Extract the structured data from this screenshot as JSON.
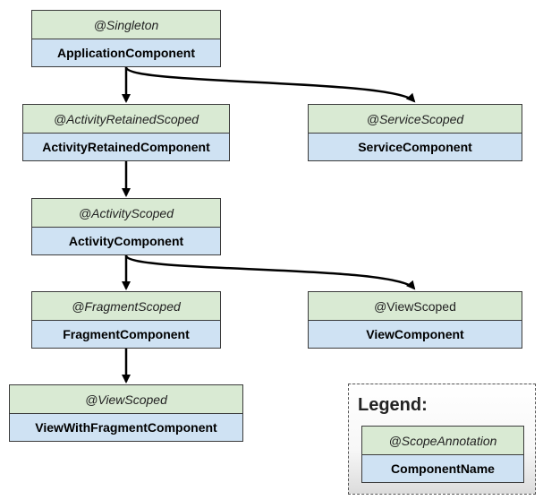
{
  "diagram": {
    "nodes": [
      {
        "id": "application",
        "annotation": "@Singleton",
        "name": "ApplicationComponent"
      },
      {
        "id": "activity-retained",
        "annotation": "@ActivityRetainedScoped",
        "name": "ActivityRetainedComponent"
      },
      {
        "id": "service",
        "annotation": "@ServiceScoped",
        "name": "ServiceComponent"
      },
      {
        "id": "activity",
        "annotation": "@ActivityScoped",
        "name": "ActivityComponent"
      },
      {
        "id": "fragment",
        "annotation": "@FragmentScoped",
        "name": "FragmentComponent"
      },
      {
        "id": "view",
        "annotation": "@ViewScoped",
        "name": "ViewComponent"
      },
      {
        "id": "view-with-fragment",
        "annotation": "@ViewScoped",
        "name": "ViewWithFragmentComponent"
      }
    ],
    "edges": [
      {
        "from": "application",
        "to": "activity-retained"
      },
      {
        "from": "application",
        "to": "service"
      },
      {
        "from": "activity-retained",
        "to": "activity"
      },
      {
        "from": "activity",
        "to": "fragment"
      },
      {
        "from": "activity",
        "to": "view"
      },
      {
        "from": "fragment",
        "to": "view-with-fragment"
      }
    ]
  },
  "legend": {
    "title": "Legend:",
    "annotation": "@ScopeAnnotation",
    "name": "ComponentName"
  },
  "colors": {
    "annotation_fill": "#d9ead3",
    "component_fill": "#cfe2f3",
    "border": "#3b3b3b",
    "arrow": "#000000"
  }
}
